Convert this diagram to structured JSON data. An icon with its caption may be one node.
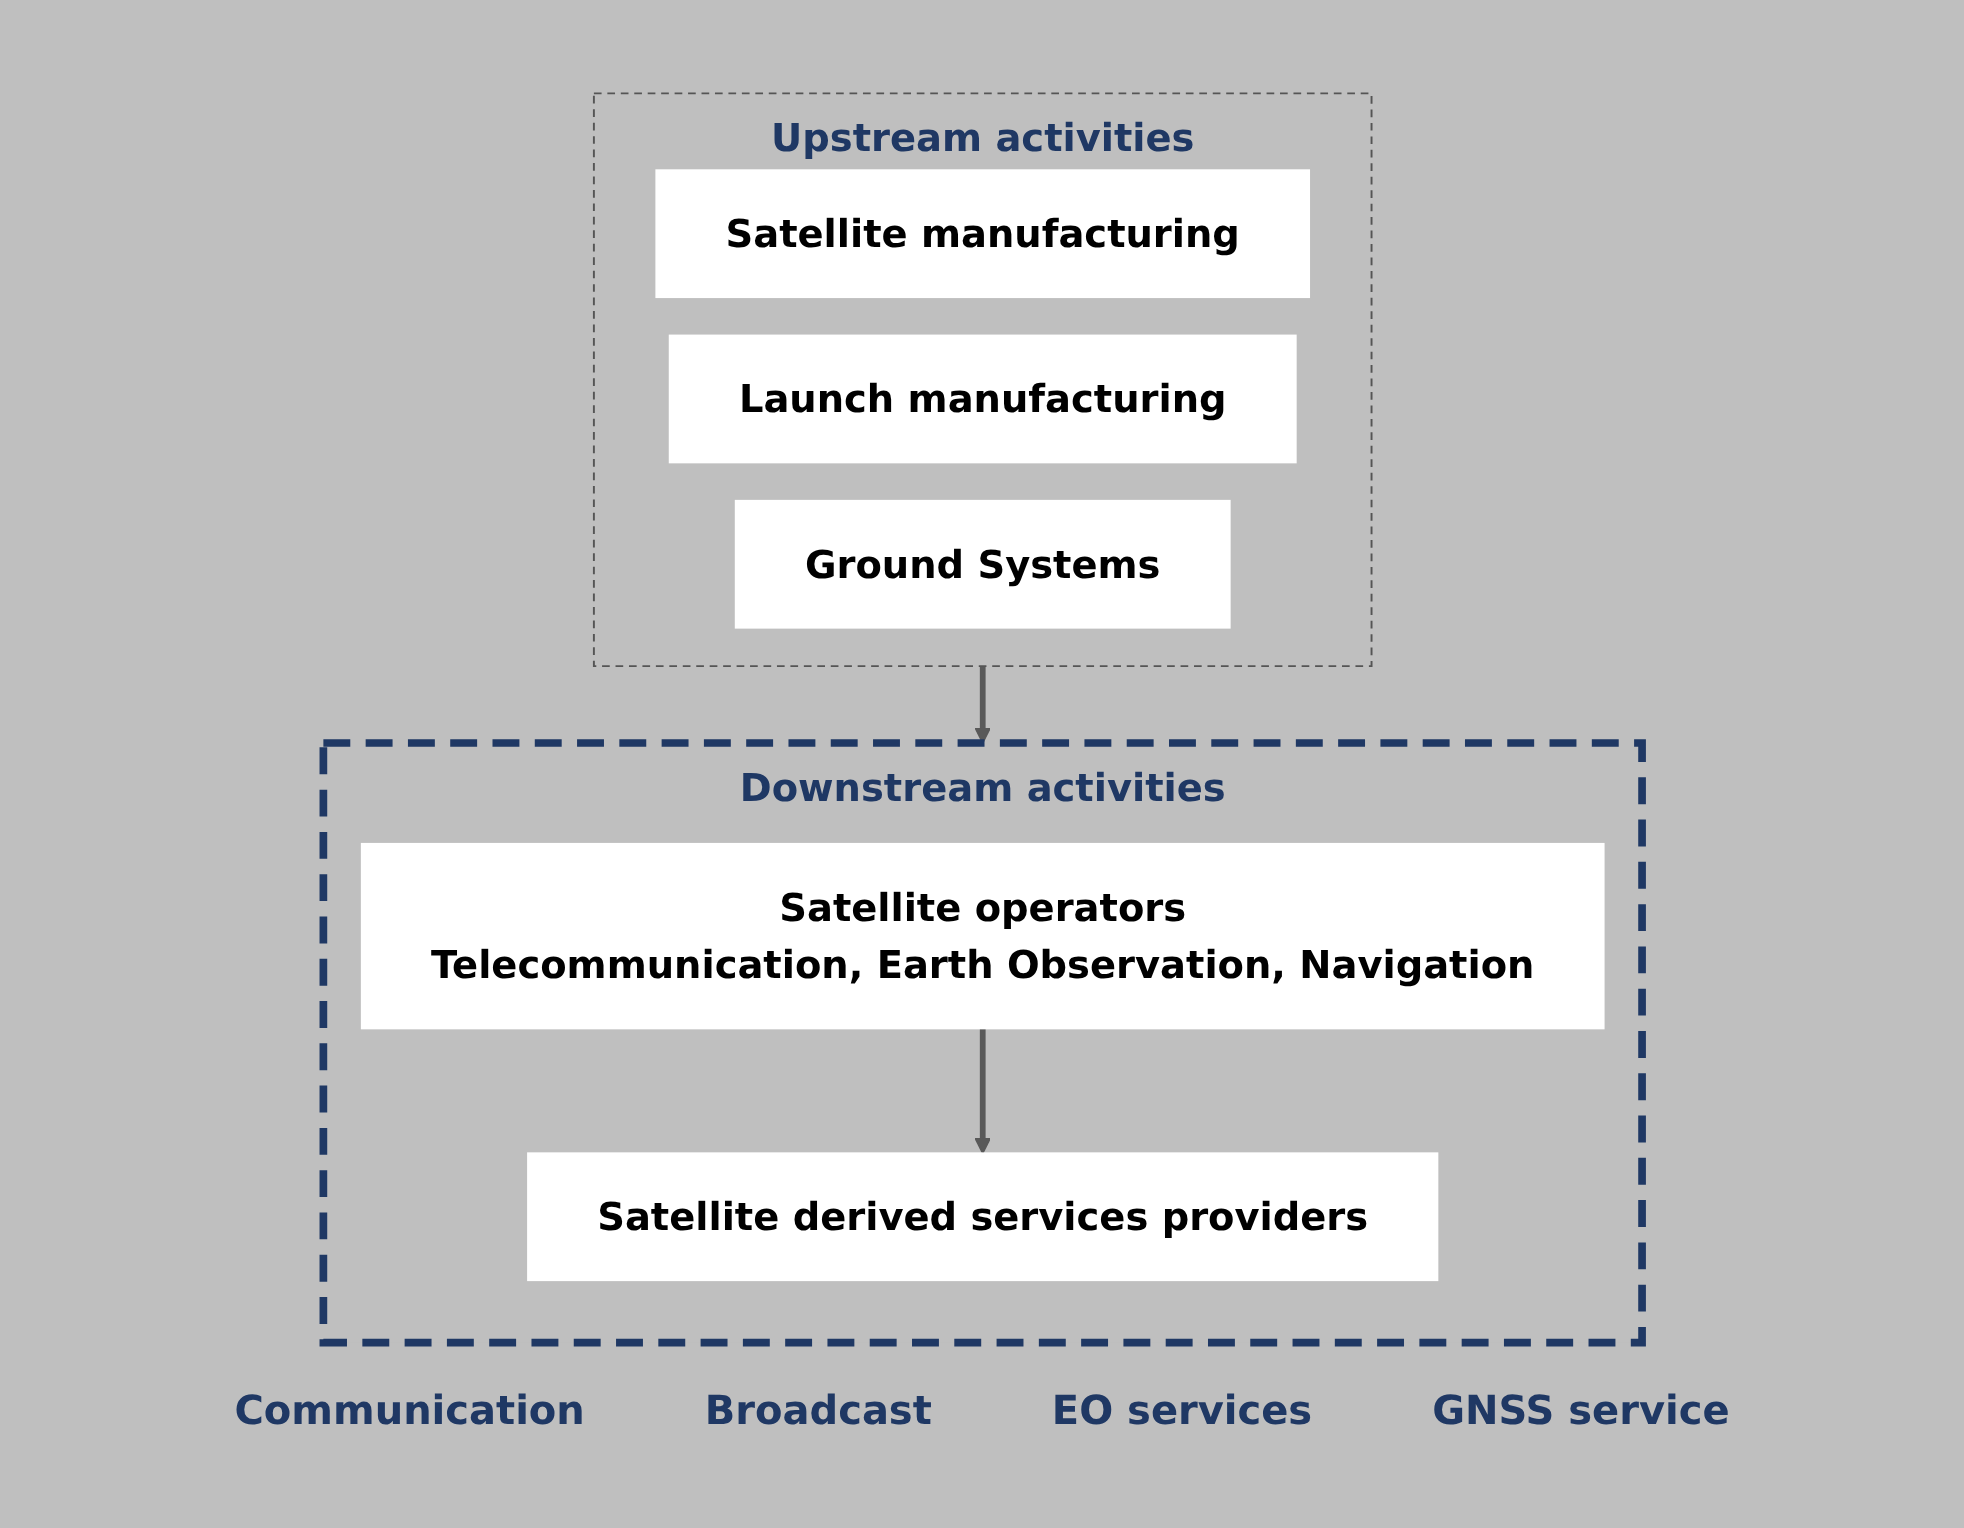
{
  "diagram": {
    "nodes": [
      {
        "text": [
          "Upstream activities"
        ]
      },
      {
        "text": [
          "Satellite manufacturing"
        ],
        "in": 0
      },
      {
        "text": [
          "Launch manufacturing"
        ],
        "in": 0
      },
      {
        "text": [
          "Ground Systems"
        ],
        "in": 0
      },
      {
        "text": [
          "Downstream activities"
        ]
      },
      {
        "text": [
          "Satellite operators",
          "Telecommunication, Earth Observation, Navigation"
        ],
        "in": 4
      },
      {
        "text": [
          "Satellite derived services providers"
        ],
        "in": 4
      }
    ],
    "edges": [
      {
        "from": 0,
        "to": 4,
        "arrow": "to"
      },
      {
        "from": 5,
        "to": 6,
        "arrow": "to"
      }
    ],
    "labels": [
      "Communication",
      "Broadcast",
      "EO services",
      "GNSS service"
    ]
  }
}
